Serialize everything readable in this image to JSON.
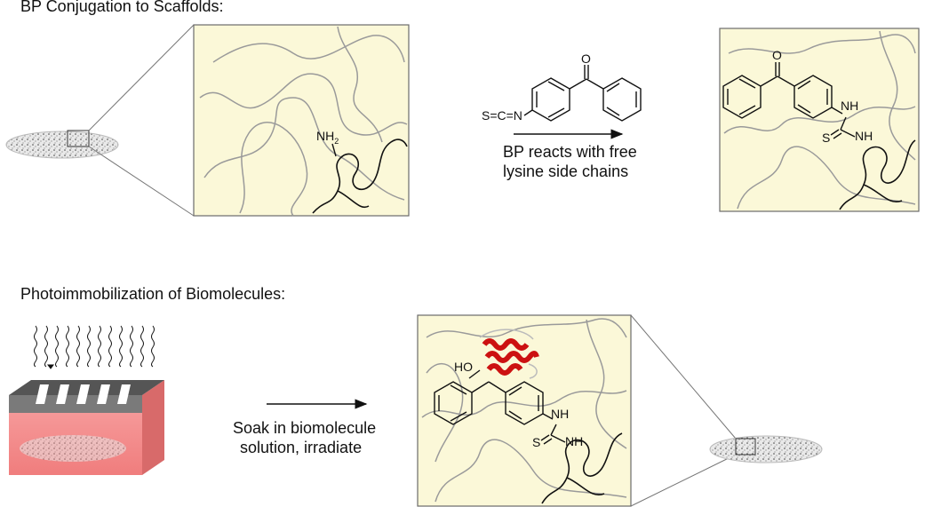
{
  "section_top": {
    "title": "BP Conjugation to Scaffolds:"
  },
  "section_bottom": {
    "title": "Photoimmobilization of Biomolecules:"
  },
  "reaction1": {
    "reagent_label": "S=C=N",
    "caption_line1": "BP reacts with free",
    "caption_line2": "lysine side chains"
  },
  "reaction2": {
    "caption_line1": "Soak in biomolecule",
    "caption_line2": "solution, irradiate"
  },
  "labels": {
    "nh2_main": "NH",
    "nh2_sub": "2",
    "carbonyl_o": "O",
    "nh": "NH",
    "s": "S",
    "oh": "HO"
  },
  "colors": {
    "panel_fill": "#fbf8d8",
    "box_red": "#f08a8a",
    "box_top": "#555555",
    "protein_red": "#cc1111"
  }
}
